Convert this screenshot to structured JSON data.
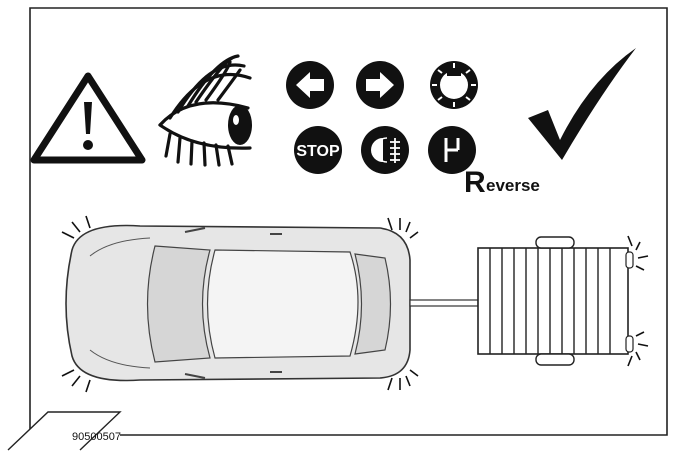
{
  "figure": {
    "code": "90500507"
  },
  "icons": {
    "stop_label": "STOP",
    "gear_label_initial": "R",
    "gear_label_rest": "everse",
    "list": [
      "warning-triangle",
      "eye",
      "left-turn-indicator",
      "right-turn-indicator",
      "hazard-lights",
      "stop-lamp",
      "rear-fog-lamp",
      "reverse-gear",
      "check-mark"
    ]
  },
  "colors": {
    "frame": "#222222",
    "icon_fill": "#111111",
    "car_body": "#e6e6e6"
  }
}
